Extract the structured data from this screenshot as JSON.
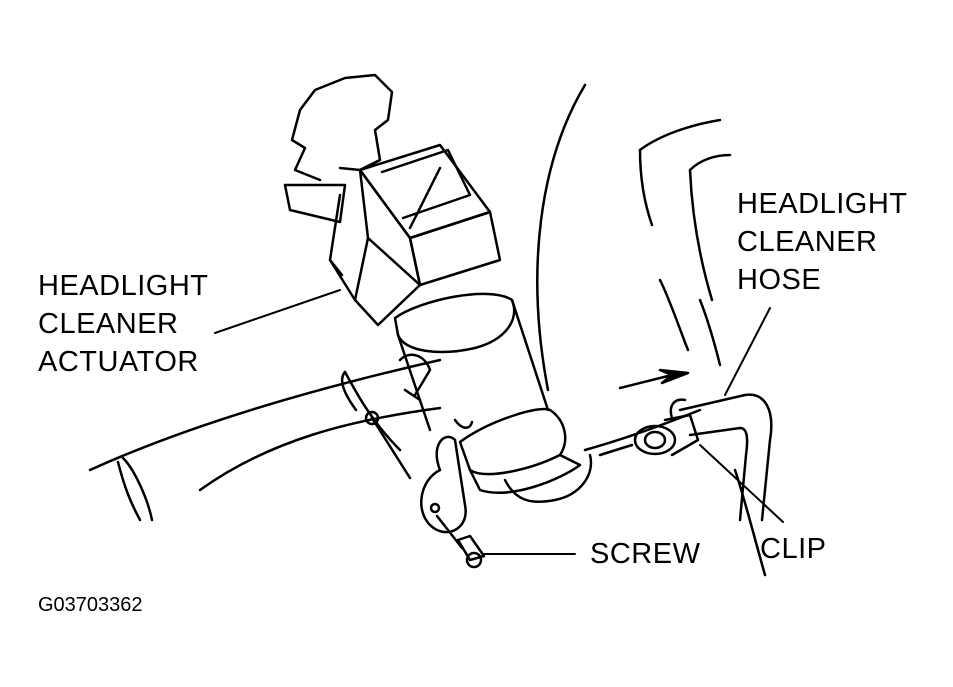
{
  "labels": {
    "actuator": [
      "HEADLIGHT",
      "CLEANER",
      "ACTUATOR"
    ],
    "hose": [
      "HEADLIGHT",
      "CLEANER",
      "HOSE"
    ],
    "screw": "SCREW",
    "clip": "CLIP"
  },
  "figure_code": "G03703362",
  "colors": {
    "line": "#000000",
    "background": "#ffffff"
  }
}
